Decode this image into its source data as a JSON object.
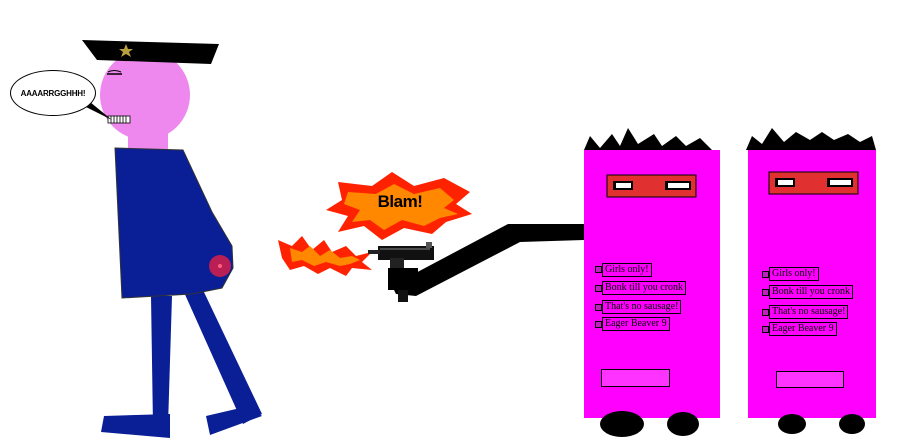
{
  "speech_bubble": {
    "text": "AAAARRGGHHH!"
  },
  "effect": {
    "text": "Blam!"
  },
  "robots": [
    {
      "menu": [
        "Girls only!",
        "Bonk till you cronk",
        "That's no sausage!",
        "Eager Beaver 9"
      ]
    },
    {
      "menu": [
        "Girls only!",
        "Bonk till you cronk",
        "That's no sausage!",
        "Eager Beaver 9"
      ]
    }
  ],
  "colors": {
    "robot_body": "#ff00ff",
    "robot_visor": "#e03030",
    "officer_face": "#ee88ee",
    "officer_uniform": "#0a1e96",
    "flame_outer": "#ff2200",
    "flame_inner": "#ff8800",
    "star": "#b8a040"
  }
}
